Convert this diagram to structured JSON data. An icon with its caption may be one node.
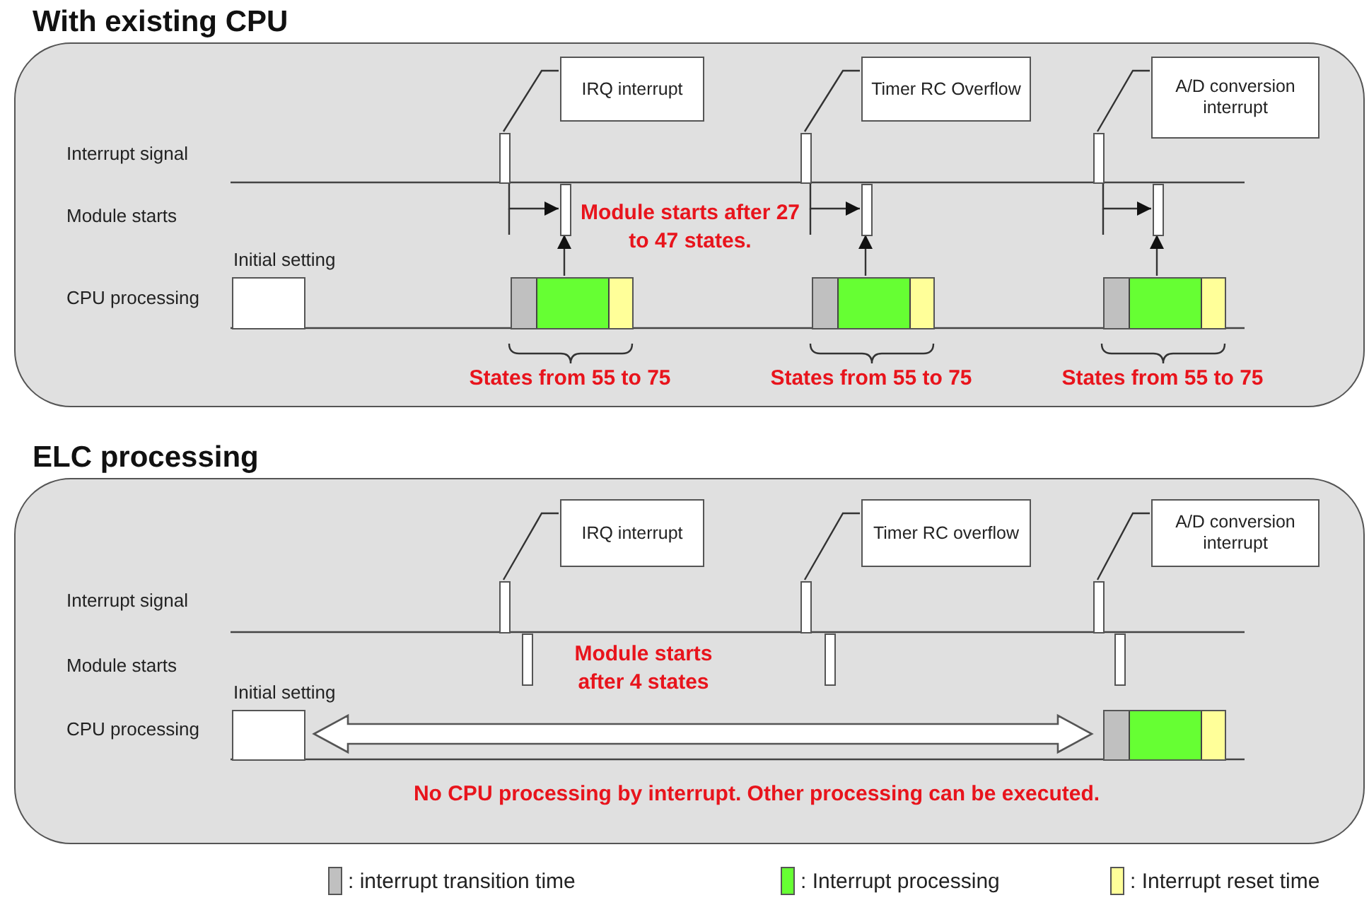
{
  "diagram": {
    "nodes": [
      {
        "text": [
          "With existing CPU"
        ]
      },
      {
        "text": [
          "IRQ interrupt"
        ],
        "in": 0
      },
      {
        "text": [
          "Timer RC Overflow"
        ],
        "in": 0
      },
      {
        "text": [
          "A/D conversion interrupt"
        ],
        "in": 0
      },
      {
        "text": [],
        "shape": "bar",
        "in": 0
      },
      {
        "text": [],
        "shape": "bar",
        "in": 0
      },
      {
        "text": [],
        "shape": "bar",
        "in": 0
      },
      {
        "text": [],
        "shape": "bar",
        "in": 0
      },
      {
        "text": [],
        "shape": "bar",
        "in": 0
      },
      {
        "text": [],
        "shape": "bar",
        "in": 0
      },
      {
        "text": [],
        "shape": "box",
        "in": 0,
        "beside": [
          "Initial setting"
        ]
      },
      {
        "text": [],
        "shape": "bar",
        "in": 0
      },
      {
        "text": [],
        "shape": "bar",
        "in": 0
      },
      {
        "text": [],
        "shape": "bar",
        "in": 0
      },
      {
        "text": [
          "ELC processing"
        ]
      },
      {
        "text": [
          "IRQ interrupt"
        ],
        "in": 14
      },
      {
        "text": [
          "Timer RC overflow"
        ],
        "in": 14
      },
      {
        "text": [
          "A/D conversion interrupt"
        ],
        "in": 14
      },
      {
        "text": [],
        "shape": "bar",
        "in": 14
      },
      {
        "text": [],
        "shape": "bar",
        "in": 14
      },
      {
        "text": [],
        "shape": "bar",
        "in": 14
      },
      {
        "text": [],
        "shape": "bar",
        "in": 14
      },
      {
        "text": [],
        "shape": "bar",
        "in": 14
      },
      {
        "text": [],
        "shape": "bar",
        "in": 14
      },
      {
        "text": [],
        "shape": "box",
        "in": 14,
        "beside": [
          "Initial setting"
        ]
      },
      {
        "text": [],
        "shape": "bar",
        "in": 14
      }
    ],
    "edges": [
      {
        "from": 1,
        "to": 4,
        "arrow": "none"
      },
      {
        "from": 2,
        "to": 5,
        "arrow": "none"
      },
      {
        "from": 3,
        "to": 6,
        "arrow": "none"
      },
      {
        "from": 4,
        "to": 7,
        "arrow": "to"
      },
      {
        "from": 5,
        "to": 8,
        "arrow": "to"
      },
      {
        "from": 6,
        "to": 9,
        "arrow": "to"
      },
      {
        "from": 11,
        "to": 7,
        "arrow": "to"
      },
      {
        "from": 12,
        "to": 8,
        "arrow": "to"
      },
      {
        "from": 13,
        "to": 9,
        "arrow": "to"
      },
      {
        "from": 15,
        "to": 18,
        "arrow": "none"
      },
      {
        "from": 16,
        "to": 19,
        "arrow": "none"
      },
      {
        "from": 17,
        "to": 20,
        "arrow": "none"
      },
      {
        "from": 24,
        "to": 25,
        "arrow": "both"
      }
    ],
    "labels": [
      "Interrupt signal",
      "Module starts",
      "Module starts after 27 to 47 states.",
      "CPU processing",
      "States from 55 to 75",
      "States from 55 to 75",
      "States from 55 to 75",
      "Interrupt signal",
      "Module starts",
      "Module starts after 4 states",
      "CPU processing",
      "No CPU processing by interrupt. Other processing can be executed."
    ],
    "legend": [
      {
        "text": ": interrupt transition time",
        "color": "#c0c0c0"
      },
      {
        "text": ": Interrupt processing",
        "color": "#66ff33"
      },
      {
        "text": ": Interrupt reset time",
        "color": "#ffff99"
      }
    ]
  }
}
